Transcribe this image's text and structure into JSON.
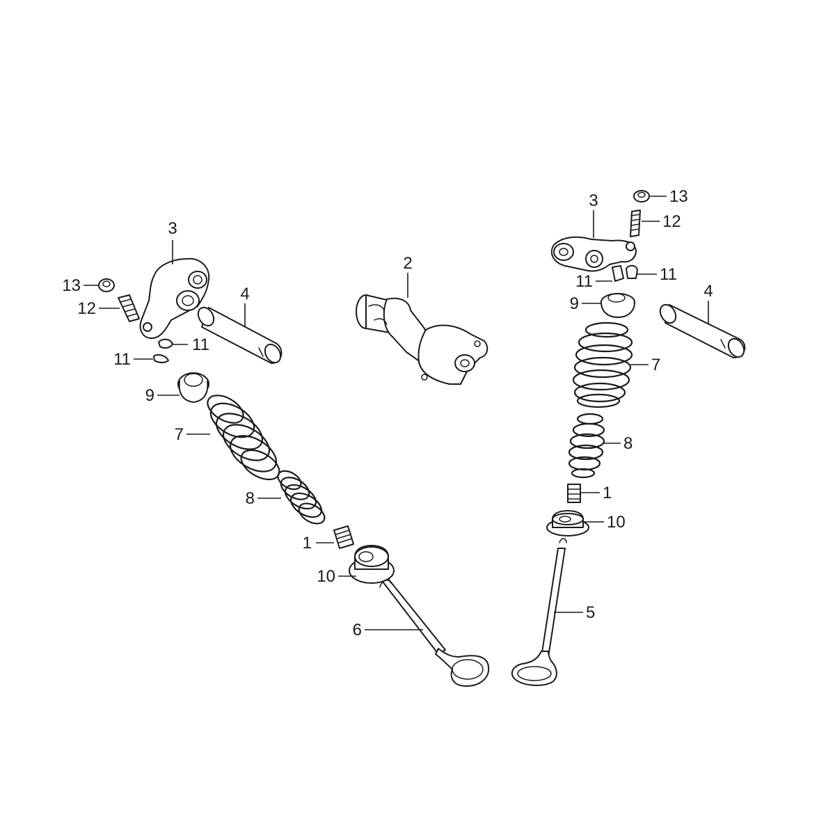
{
  "callouts": {
    "left": {
      "rocker_arm": "3",
      "adjust_nut": "13",
      "adjust_screw": "12",
      "rocker_shaft": "4",
      "cotter_upper": "11",
      "cotter_lower": "11",
      "retainer": "9",
      "outer_spring": "7",
      "inner_spring": "8",
      "stem_seal": "1",
      "spring_seat": "10",
      "valve": "6"
    },
    "center": {
      "camshaft": "2"
    },
    "right": {
      "adjust_nut": "13",
      "rocker_arm": "3",
      "adjust_screw": "12",
      "cotter_left": "11",
      "cotter_right": "11",
      "rocker_shaft": "4",
      "retainer": "9",
      "outer_spring": "7",
      "inner_spring": "8",
      "stem_seal": "1",
      "spring_seat": "10",
      "valve": "5"
    }
  }
}
